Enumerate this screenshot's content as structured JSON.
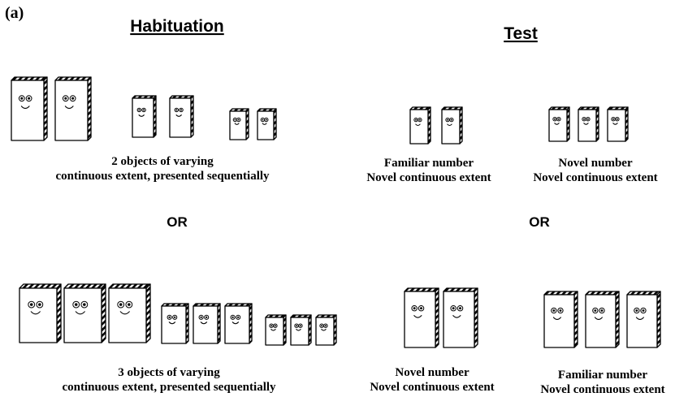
{
  "panel_label": "(a)",
  "headings": {
    "habituation": "Habituation",
    "test": "Test"
  },
  "or_label": "OR",
  "captions": {
    "hab_top": [
      "2 objects of varying",
      "continuous extent, presented sequentially"
    ],
    "hab_bottom": [
      "3 objects of varying",
      "continuous extent, presented sequentially"
    ],
    "test_top_left": [
      "Familiar number",
      "Novel continuous extent"
    ],
    "test_top_right": [
      "Novel number",
      "Novel continuous extent"
    ],
    "test_bottom_left": [
      "Novel number",
      "Novel continuous extent"
    ],
    "test_bottom_right": [
      "Familiar number",
      "Novel continuous extent"
    ]
  },
  "object_groups": [
    {
      "name": "hab-2-large",
      "count": 2
    },
    {
      "name": "hab-2-medium",
      "count": 2
    },
    {
      "name": "hab-2-small",
      "count": 2
    },
    {
      "name": "test-familiar-2",
      "count": 2
    },
    {
      "name": "test-novel-3",
      "count": 3
    },
    {
      "name": "hab-3-large",
      "count": 3
    },
    {
      "name": "hab-3-medium",
      "count": 3
    },
    {
      "name": "hab-3-small",
      "count": 3
    },
    {
      "name": "test-novel-2",
      "count": 2
    },
    {
      "name": "test-familiar-3",
      "count": 3
    }
  ]
}
